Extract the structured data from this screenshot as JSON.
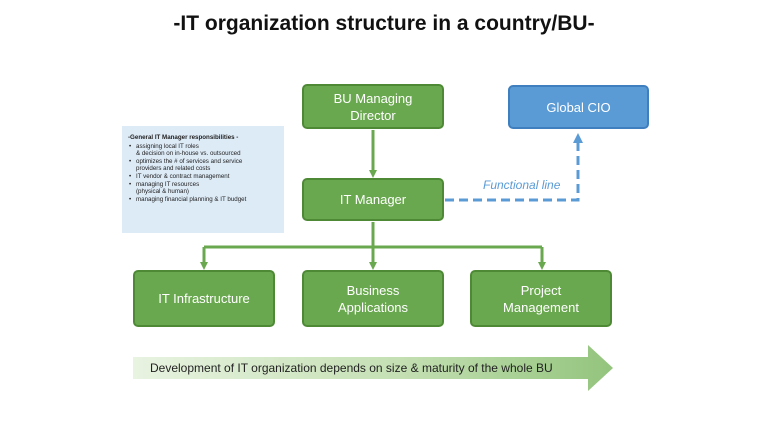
{
  "title": "-IT organization structure in a country/BU-",
  "nodes": {
    "bu_director": [
      "BU Managing",
      "Director"
    ],
    "global_cio": [
      "Global CIO"
    ],
    "it_manager": [
      "IT Manager"
    ],
    "it_infrastructure": [
      "IT Infrastructure"
    ],
    "business_applications": [
      "Business",
      "Applications"
    ],
    "project_management": [
      "Project",
      "Management"
    ]
  },
  "functional_line_label": "Functional line",
  "responsibilities": {
    "title": "-General IT Manager responsibilities -",
    "items": [
      [
        "assigning local IT roles",
        "& decision on in-house vs. outsourced"
      ],
      [
        "optimizes the # of services and service",
        "providers and related costs"
      ],
      [
        "IT vendor & contract management"
      ],
      [
        "managing IT resources",
        "(physical & human)"
      ],
      [
        "managing financial planning & IT budget"
      ]
    ]
  },
  "banner": "Development of IT organization depends on size & maturity of the whole BU",
  "colors": {
    "node_green": "#6aa84f",
    "node_green_border": "#4e8a36",
    "node_blue": "#5b9bd5",
    "connector_green": "#6aa84f",
    "functional_line": "#5b9bd5",
    "info_box": "#ddebf7"
  }
}
